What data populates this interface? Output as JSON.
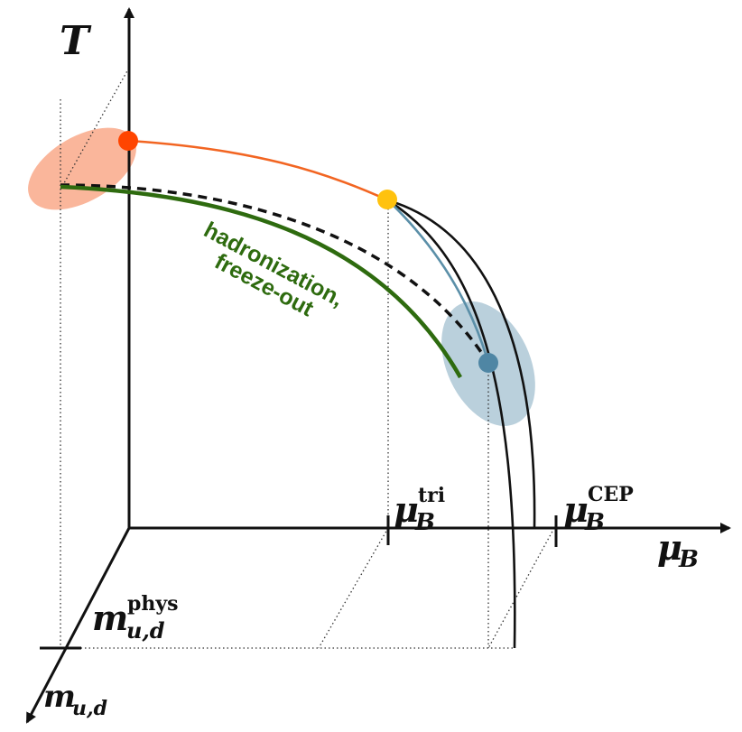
{
  "labels": {
    "t_axis": "T",
    "mub_axis_main": "μ",
    "mub_axis_sub": "B",
    "mud_axis_main": "m",
    "mud_axis_sub": "u,d",
    "mu_tri_main": "μ",
    "mu_tri_sub": "B",
    "mu_tri_sup": "tri",
    "mu_cep_main": "μ",
    "mu_cep_sub": "B",
    "mu_cep_sup": "CEP",
    "m_phys_main": "m",
    "m_phys_sub": "u,d",
    "m_phys_sup": "phys"
  },
  "annotation": {
    "line1": "hadronization,",
    "line2": "freeze-out"
  },
  "colors": {
    "axis": "#111111",
    "orange_curve": "#f26522",
    "orange_point": "#ff4500",
    "orange_ellipse": "#f9a98a",
    "yellow_point": "#ffc20e",
    "blue_curve": "#5b8fa8",
    "blue_point": "#4f86a4",
    "blue_ellipse": "#a9c4d3",
    "green_curve": "#2e6b0f",
    "dashed_curve": "#111111"
  }
}
